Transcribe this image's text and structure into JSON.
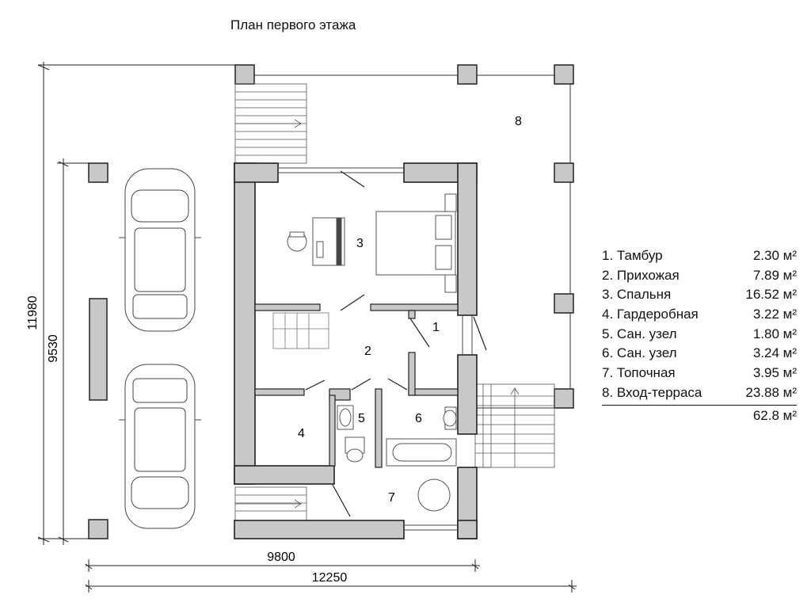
{
  "title": "План первого этажа",
  "rooms": [
    {
      "num": "1",
      "name": "Тамбур",
      "area": "2.30 м²"
    },
    {
      "num": "2",
      "name": "Прихожая",
      "area": "7.89 м²"
    },
    {
      "num": "3",
      "name": "Спальня",
      "area": "16.52 м²"
    },
    {
      "num": "4",
      "name": "Гардеробная",
      "area": "3.22 м²"
    },
    {
      "num": "5",
      "name": "Сан. узел",
      "area": "1.80 м²"
    },
    {
      "num": "6",
      "name": "Сан. узел",
      "area": "3.24 м²"
    },
    {
      "num": "7",
      "name": "Топочная",
      "area": "3.95 м²"
    },
    {
      "num": "8",
      "name": "Вход-терраса",
      "area": "23.88 м²"
    }
  ],
  "legend_labels": [
    "1. Тамбур",
    "2. Прихожая",
    "3. Спальня",
    "4. Гардеробная",
    "5. Сан. узел",
    "6. Сан. узел",
    "7. Топочная",
    "8. Вход-терраса"
  ],
  "total_area": "62.8 м²",
  "dimensions": {
    "overall_height": "11980",
    "inner_height": "9530",
    "inner_width": "9800",
    "overall_width": "12250"
  },
  "colors": {
    "wall_fill": "#c8c8c8",
    "line": "#222222"
  }
}
